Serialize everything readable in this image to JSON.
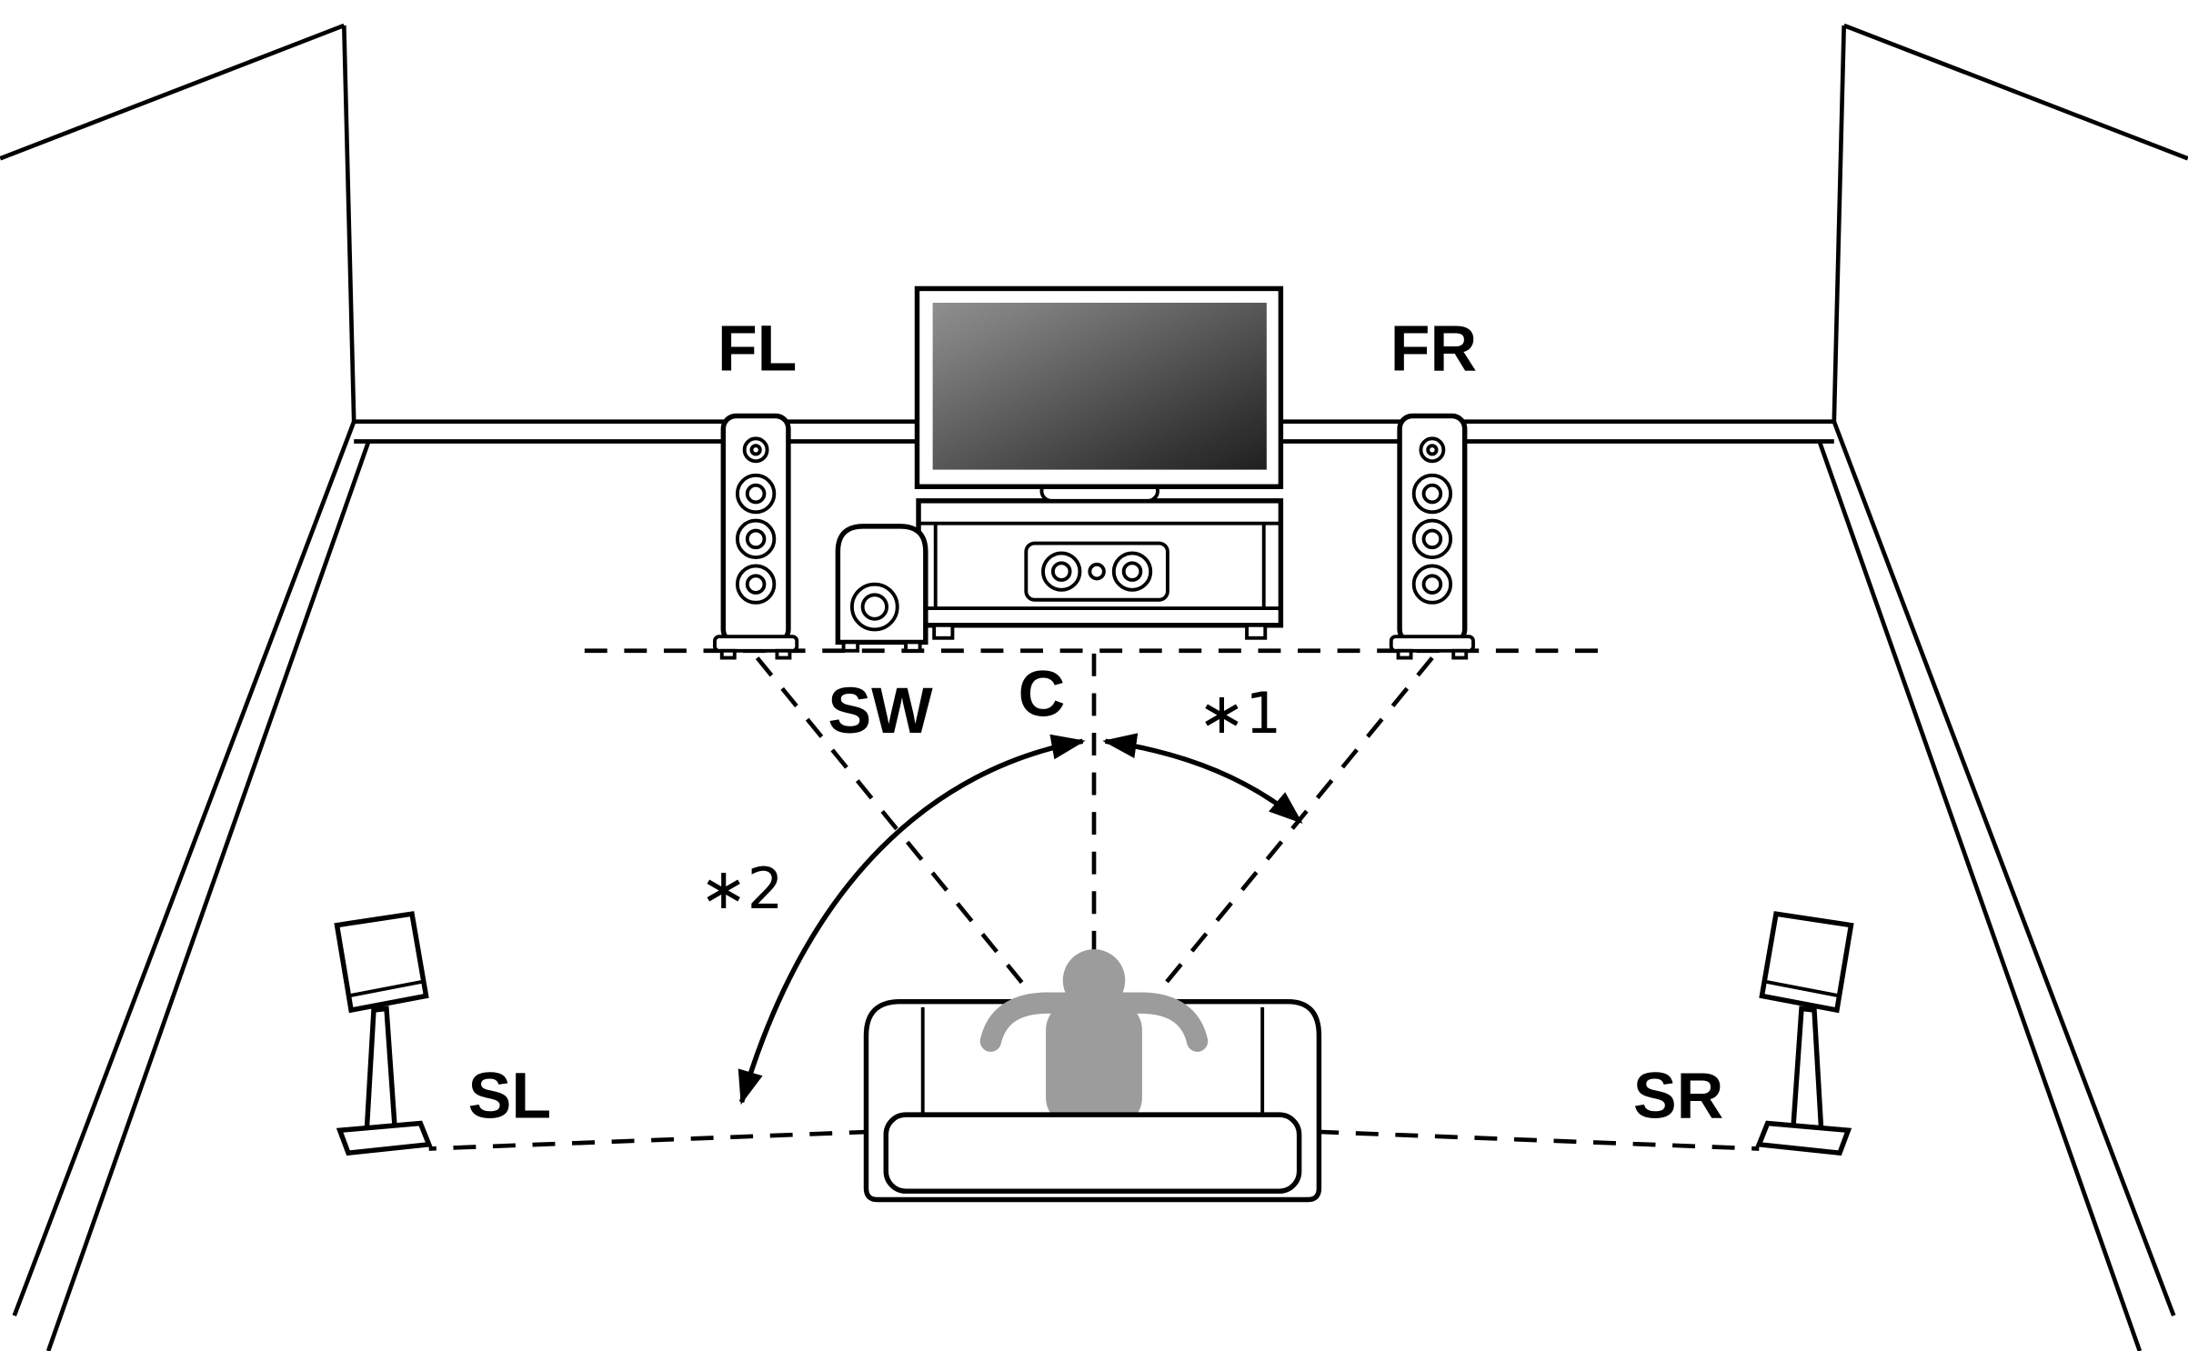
{
  "diagram": {
    "labels": {
      "front_left": "FL",
      "front_right": "FR",
      "subwoofer": "SW",
      "center": "C",
      "surround_left": "SL",
      "surround_right": "SR",
      "angle_note_1": "∗1",
      "angle_note_2": "∗2"
    },
    "colors": {
      "outline": "#000000",
      "background": "#ffffff",
      "listener": "#9c9c9c",
      "screen_top": "#909090",
      "screen_bottom": "#1f1f1f"
    }
  }
}
